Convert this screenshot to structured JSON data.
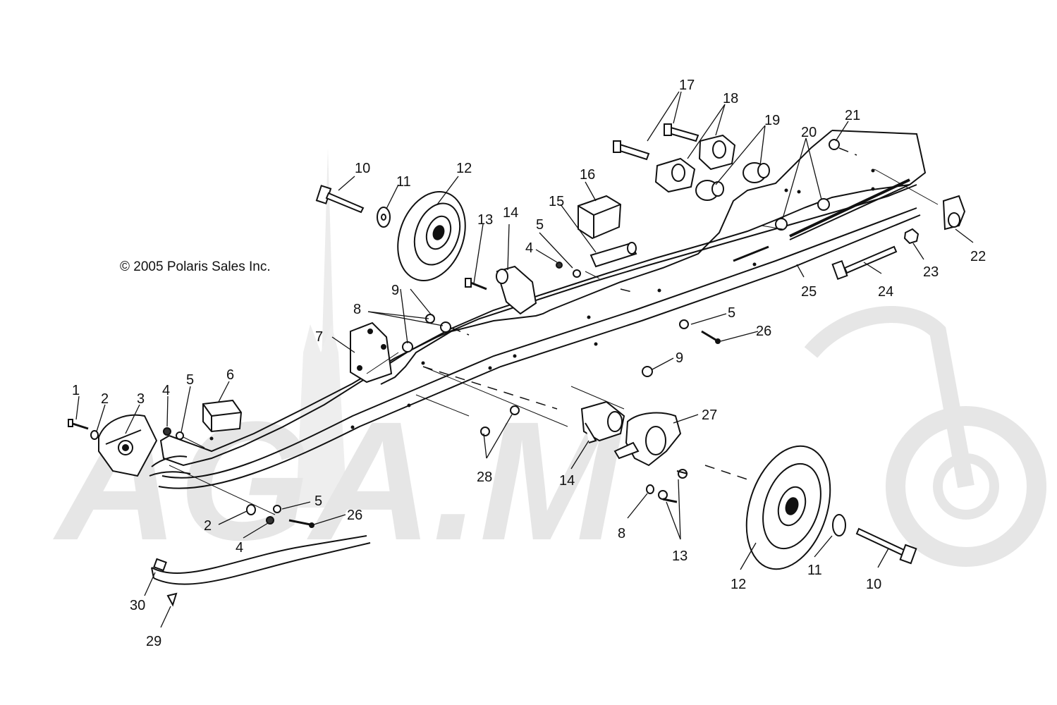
{
  "copyright": "© 2005 Polaris Sales Inc.",
  "watermark": "AGA.M",
  "colors": {
    "ink": "#111111",
    "watermark": "#e6e6e6"
  },
  "callouts": [
    "1",
    "2",
    "3",
    "4",
    "5",
    "6",
    "7",
    "8",
    "9",
    "10",
    "11",
    "12",
    "13",
    "14",
    "15",
    "16",
    "17",
    "18",
    "19",
    "20",
    "21",
    "22",
    "23",
    "24",
    "25",
    "26",
    "27",
    "28",
    "29",
    "30"
  ],
  "labels": [
    {
      "id": "c1",
      "text": "1"
    },
    {
      "id": "c2a",
      "text": "2"
    },
    {
      "id": "c3",
      "text": "3"
    },
    {
      "id": "c4a",
      "text": "4"
    },
    {
      "id": "c5a",
      "text": "5"
    },
    {
      "id": "c6",
      "text": "6"
    },
    {
      "id": "c7",
      "text": "7"
    },
    {
      "id": "c8a",
      "text": "8"
    },
    {
      "id": "c9a",
      "text": "9"
    },
    {
      "id": "c10a",
      "text": "10"
    },
    {
      "id": "c11a",
      "text": "11"
    },
    {
      "id": "c12a",
      "text": "12"
    },
    {
      "id": "c13a",
      "text": "13"
    },
    {
      "id": "c14a",
      "text": "14"
    },
    {
      "id": "c5b",
      "text": "5"
    },
    {
      "id": "c4b",
      "text": "4"
    },
    {
      "id": "c15",
      "text": "15"
    },
    {
      "id": "c16",
      "text": "16"
    },
    {
      "id": "c17",
      "text": "17"
    },
    {
      "id": "c18",
      "text": "18"
    },
    {
      "id": "c19",
      "text": "19"
    },
    {
      "id": "c20",
      "text": "20"
    },
    {
      "id": "c21",
      "text": "21"
    },
    {
      "id": "c22",
      "text": "22"
    },
    {
      "id": "c23",
      "text": "23"
    },
    {
      "id": "c24",
      "text": "24"
    },
    {
      "id": "c25",
      "text": "25"
    },
    {
      "id": "c5c",
      "text": "5"
    },
    {
      "id": "c26a",
      "text": "26"
    },
    {
      "id": "c9b",
      "text": "9"
    },
    {
      "id": "c27",
      "text": "27"
    },
    {
      "id": "c28",
      "text": "28"
    },
    {
      "id": "c14b",
      "text": "14"
    },
    {
      "id": "c8b",
      "text": "8"
    },
    {
      "id": "c13b",
      "text": "13"
    },
    {
      "id": "c12b",
      "text": "12"
    },
    {
      "id": "c11b",
      "text": "11"
    },
    {
      "id": "c10b",
      "text": "10"
    },
    {
      "id": "c5d",
      "text": "5"
    },
    {
      "id": "c26b",
      "text": "26"
    },
    {
      "id": "c2b",
      "text": "2"
    },
    {
      "id": "c4c",
      "text": "4"
    },
    {
      "id": "c30",
      "text": "30"
    },
    {
      "id": "c29",
      "text": "29"
    }
  ]
}
